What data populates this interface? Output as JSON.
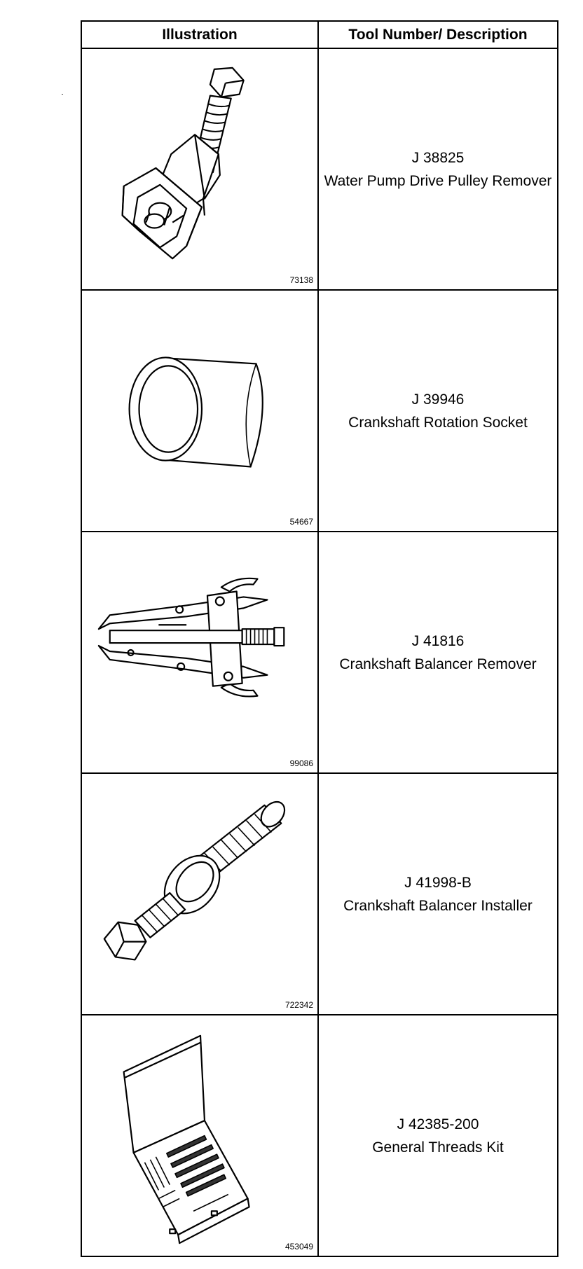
{
  "header": {
    "illustration": "Illustration",
    "tool_number_description": "Tool Number/ Description"
  },
  "tools": [
    {
      "figure_number": "73138",
      "tool_number": "J 38825",
      "description": "Water Pump Drive Pulley Remover",
      "icon": "pulley-remover-icon"
    },
    {
      "figure_number": "54667",
      "tool_number": "J 39946",
      "description": "Crankshaft Rotation Socket",
      "icon": "socket-icon"
    },
    {
      "figure_number": "99086",
      "tool_number": "J 41816",
      "description": "Crankshaft Balancer Remover",
      "icon": "balancer-puller-icon"
    },
    {
      "figure_number": "722342",
      "tool_number": "J 41998-B",
      "description": "Crankshaft Balancer Installer",
      "icon": "balancer-installer-icon"
    },
    {
      "figure_number": "453049",
      "tool_number": "J 42385-200",
      "description": "General Threads Kit",
      "icon": "threads-kit-icon"
    }
  ]
}
